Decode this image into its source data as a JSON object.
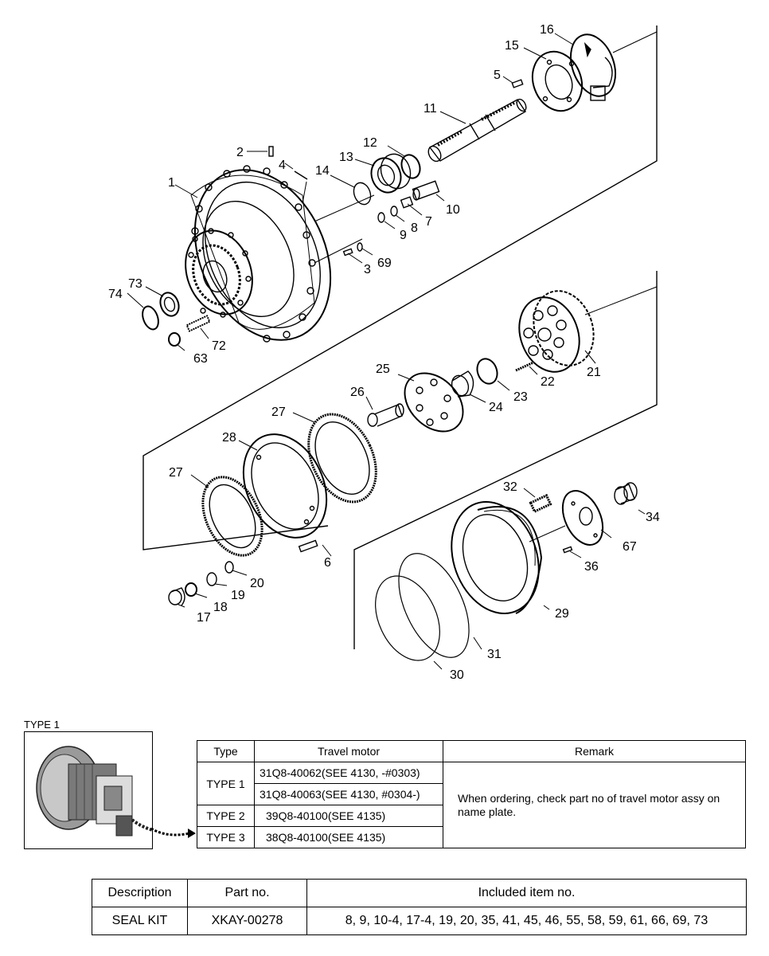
{
  "callouts": [
    "1",
    "2",
    "3",
    "4",
    "5",
    "6",
    "7",
    "8",
    "9",
    "10",
    "11",
    "12",
    "13",
    "14",
    "15",
    "16",
    "17",
    "18",
    "19",
    "20",
    "21",
    "22",
    "23",
    "24",
    "25",
    "26",
    "27",
    "27",
    "28",
    "29",
    "30",
    "31",
    "32",
    "34",
    "36",
    "63",
    "67",
    "69",
    "72",
    "73",
    "74"
  ],
  "type_caption": "TYPE 1",
  "motor_table": {
    "headers": [
      "Type",
      "Travel motor",
      "Remark"
    ],
    "rows": [
      {
        "type": "TYPE 1",
        "motors": [
          "31Q8-40062(SEE 4130, -#0303)",
          "31Q8-40063(SEE 4130, #0304-)"
        ]
      },
      {
        "type": "TYPE 2",
        "motors": [
          "39Q8-40100(SEE 4135)"
        ]
      },
      {
        "type": "TYPE 3",
        "motors": [
          "38Q8-40100(SEE 4135)"
        ]
      }
    ],
    "remark": "When ordering, check part no of travel motor assy on name plate."
  },
  "seal_kit_table": {
    "headers": [
      "Description",
      "Part no.",
      "Included item no."
    ],
    "row": {
      "description": "SEAL KIT",
      "part_no": "XKAY-00278",
      "items": "8, 9, 10-4, 17-4, 19, 20, 35, 41, 45, 46, 55, 58, 59, 61, 66, 69, 73"
    }
  }
}
